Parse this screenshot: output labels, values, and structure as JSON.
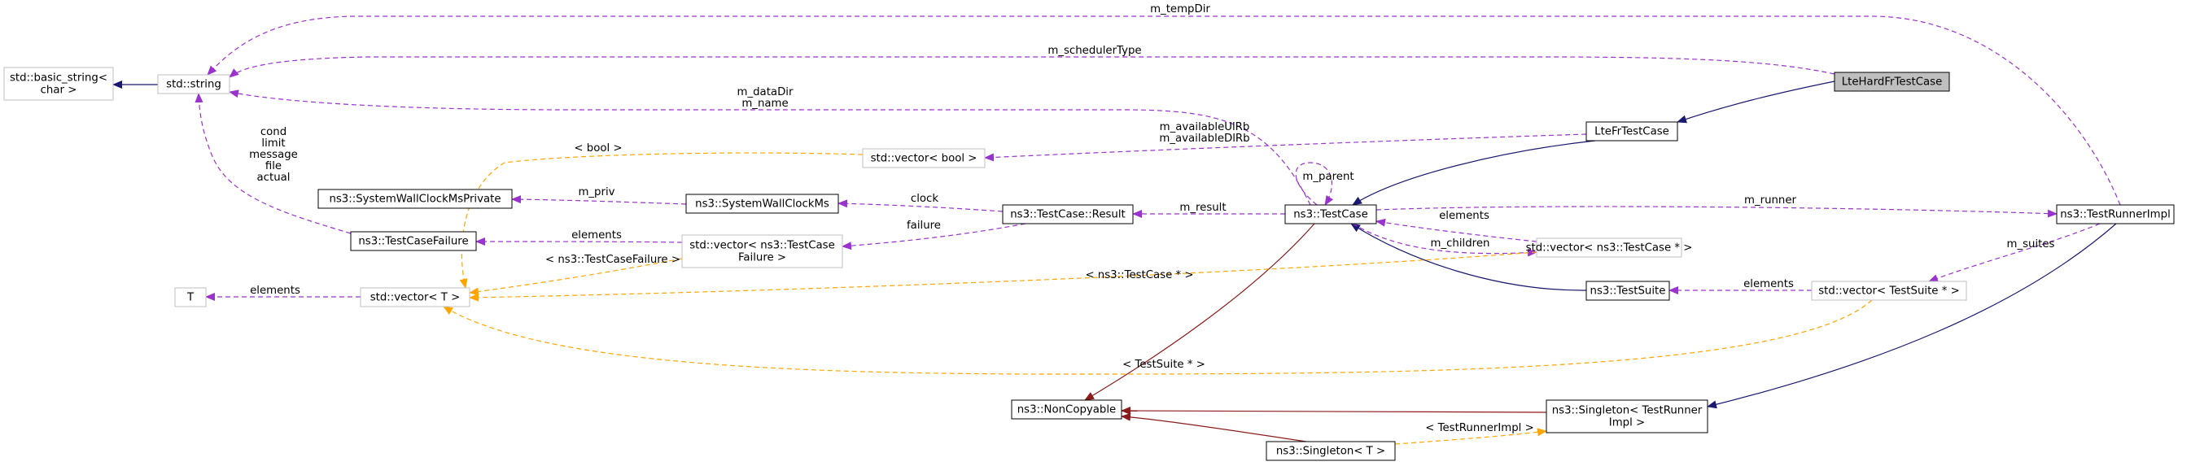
{
  "colors": {
    "inheritance": "#191970",
    "private_inheritance": "#8b1a1a",
    "usage": "#9a32cd",
    "template": "#ffa500",
    "node_border_documented": "#000000",
    "node_border_undocumented": "#bfbfbf",
    "highlight_fill": "#bfbfbf"
  },
  "nodes": [
    {
      "id": "LteHardFrTestCase",
      "lines": [
        "LteHardFrTestCase"
      ],
      "style": "highlight"
    },
    {
      "id": "LteFrTestCase",
      "lines": [
        "LteFrTestCase"
      ],
      "style": "documented"
    },
    {
      "id": "TestCase",
      "lines": [
        "ns3::TestCase"
      ],
      "style": "documented"
    },
    {
      "id": "TestRunnerImpl",
      "lines": [
        "ns3::TestRunnerImpl"
      ],
      "style": "documented"
    },
    {
      "id": "TestSuite",
      "lines": [
        "ns3::TestSuite"
      ],
      "style": "documented"
    },
    {
      "id": "NonCopyable",
      "lines": [
        "ns3::NonCopyable"
      ],
      "style": "documented"
    },
    {
      "id": "SingletonTRI",
      "lines": [
        "ns3::Singleton< TestRunner",
        "Impl >"
      ],
      "style": "documented"
    },
    {
      "id": "SingletonT",
      "lines": [
        "ns3::Singleton< T >"
      ],
      "style": "documented"
    },
    {
      "id": "Result",
      "lines": [
        "ns3::TestCase::Result"
      ],
      "style": "documented"
    },
    {
      "id": "SWCM",
      "lines": [
        "ns3::SystemWallClockMs"
      ],
      "style": "documented"
    },
    {
      "id": "SWCMP",
      "lines": [
        "ns3::SystemWallClockMsPrivate"
      ],
      "style": "documented"
    },
    {
      "id": "TestCaseFailure",
      "lines": [
        "ns3::TestCaseFailure"
      ],
      "style": "documented"
    },
    {
      "id": "basic_string",
      "lines": [
        "std::basic_string<",
        "char >"
      ],
      "style": "undocumented"
    },
    {
      "id": "string",
      "lines": [
        "std::string"
      ],
      "style": "undocumented"
    },
    {
      "id": "vec_bool",
      "lines": [
        "std::vector< bool >"
      ],
      "style": "undocumented"
    },
    {
      "id": "vec_tcf",
      "lines": [
        "std::vector< ns3::TestCase",
        "Failure >"
      ],
      "style": "undocumented"
    },
    {
      "id": "vec_T",
      "lines": [
        "std::vector< T >"
      ],
      "style": "undocumented"
    },
    {
      "id": "T",
      "lines": [
        "T"
      ],
      "style": "undocumented"
    },
    {
      "id": "vec_tc",
      "lines": [
        "std::vector< ns3::TestCase * >"
      ],
      "style": "undocumented"
    },
    {
      "id": "vec_ts",
      "lines": [
        "std::vector< TestSuite * >"
      ],
      "style": "undocumented"
    }
  ],
  "edges": [
    {
      "id": "e-hard-fr",
      "kind": "inheritance",
      "from": "LteHardFrTestCase",
      "to": "LteFrTestCase",
      "labels": []
    },
    {
      "id": "e-fr-tc",
      "kind": "inheritance",
      "from": "LteFrTestCase",
      "to": "TestCase",
      "labels": []
    },
    {
      "id": "e-ts-tc",
      "kind": "inheritance",
      "from": "TestSuite",
      "to": "TestCase",
      "labels": []
    },
    {
      "id": "e-str-bs",
      "kind": "inheritance",
      "from": "string",
      "to": "basic_string",
      "labels": []
    },
    {
      "id": "e-tri-sing",
      "kind": "inheritance",
      "from": "TestRunnerImpl",
      "to": "SingletonTRI",
      "labels": []
    },
    {
      "id": "e-tc-nc",
      "kind": "private_inheritance",
      "from": "TestCase",
      "to": "NonCopyable",
      "labels": []
    },
    {
      "id": "e-sing-nc",
      "kind": "private_inheritance",
      "from": "SingletonTRI",
      "to": "NonCopyable",
      "labels": []
    },
    {
      "id": "e-singT-nc",
      "kind": "private_inheritance",
      "from": "SingletonT",
      "to": "NonCopyable",
      "labels": []
    },
    {
      "id": "e-tempdir",
      "kind": "usage",
      "from": "TestRunnerImpl",
      "to": "string",
      "labels": [
        "m_tempDir"
      ]
    },
    {
      "id": "e-schedtype",
      "kind": "usage",
      "from": "LteHardFrTestCase",
      "to": "string",
      "labels": [
        "m_schedulerType"
      ]
    },
    {
      "id": "e-datadir",
      "kind": "usage",
      "from": "TestCase",
      "to": "string",
      "labels": [
        "m_dataDir",
        "m_name"
      ]
    },
    {
      "id": "e-failure-str",
      "kind": "usage",
      "from": "TestCaseFailure",
      "to": "string",
      "labels": [
        "cond",
        "limit",
        "message",
        "file",
        "actual"
      ]
    },
    {
      "id": "e-avail",
      "kind": "usage",
      "from": "LteFrTestCase",
      "to": "vec_bool",
      "labels": [
        "m_availableUlRb",
        "m_availableDlRb"
      ]
    },
    {
      "id": "e-parent",
      "kind": "usage",
      "from": "TestCase",
      "to": "TestCase",
      "labels": [
        "m_parent"
      ]
    },
    {
      "id": "e-result",
      "kind": "usage",
      "from": "TestCase",
      "to": "Result",
      "labels": [
        "m_result"
      ]
    },
    {
      "id": "e-runner",
      "kind": "usage",
      "from": "TestCase",
      "to": "TestRunnerImpl",
      "labels": [
        "m_runner"
      ]
    },
    {
      "id": "e-clock",
      "kind": "usage",
      "from": "Result",
      "to": "SWCM",
      "labels": [
        "clock"
      ]
    },
    {
      "id": "e-priv",
      "kind": "usage",
      "from": "SWCM",
      "to": "SWCMP",
      "labels": [
        "m_priv"
      ]
    },
    {
      "id": "e-failure",
      "kind": "usage",
      "from": "Result",
      "to": "vec_tcf",
      "labels": [
        "failure"
      ]
    },
    {
      "id": "e-tcf-el",
      "kind": "usage",
      "from": "vec_tcf",
      "to": "TestCaseFailure",
      "labels": [
        "elements"
      ]
    },
    {
      "id": "e-T-el",
      "kind": "usage",
      "from": "vec_T",
      "to": "T",
      "labels": [
        "elements"
      ]
    },
    {
      "id": "e-vtc-el",
      "kind": "usage",
      "from": "vec_tc",
      "to": "TestCase",
      "labels": [
        "elements"
      ]
    },
    {
      "id": "e-children",
      "kind": "usage",
      "from": "TestCase",
      "to": "vec_tc",
      "labels": [
        "m_children"
      ]
    },
    {
      "id": "e-suites",
      "kind": "usage",
      "from": "TestRunnerImpl",
      "to": "vec_ts",
      "labels": [
        "m_suites"
      ]
    },
    {
      "id": "e-vts-el",
      "kind": "usage",
      "from": "vec_ts",
      "to": "TestSuite",
      "labels": [
        "elements"
      ]
    },
    {
      "id": "e-t-bool",
      "kind": "template",
      "from": "vec_bool",
      "to": "vec_T",
      "labels": [
        "< bool >"
      ]
    },
    {
      "id": "e-t-tcf",
      "kind": "template",
      "from": "vec_tcf",
      "to": "vec_T",
      "labels": [
        "< ns3::TestCaseFailure >"
      ]
    },
    {
      "id": "e-t-tc",
      "kind": "template",
      "from": "vec_tc",
      "to": "vec_T",
      "labels": [
        "< ns3::TestCase * >"
      ]
    },
    {
      "id": "e-t-ts",
      "kind": "template",
      "from": "vec_ts",
      "to": "vec_T",
      "labels": [
        "< TestSuite * >"
      ]
    },
    {
      "id": "e-t-tri",
      "kind": "template",
      "from": "SingletonT",
      "to": "SingletonTRI",
      "labels": [
        "< TestRunnerImpl >"
      ]
    }
  ]
}
